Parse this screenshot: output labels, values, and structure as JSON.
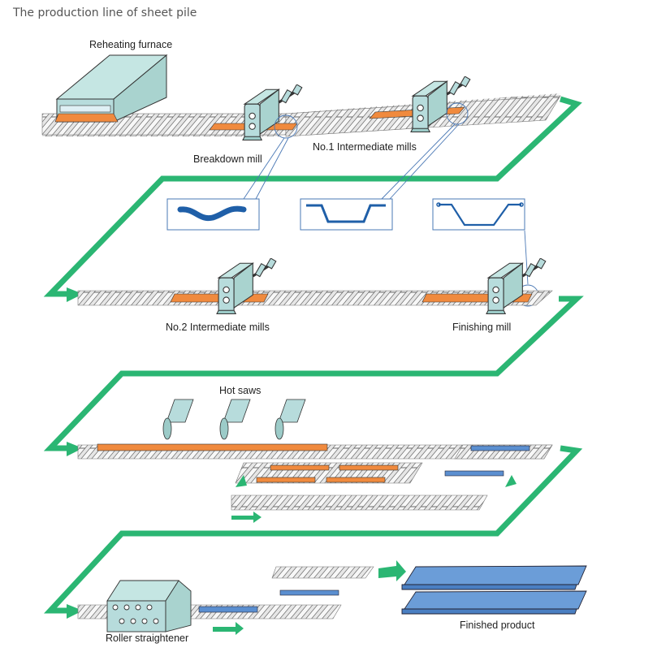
{
  "title": "The production line of sheet pile",
  "colors": {
    "flow_arrow": "#2bb673",
    "steel_hot": "#f08a3e",
    "steel_finished": "#5b8fd0",
    "machine": "#b7dcdc",
    "roller_bed": "#d9d9d9",
    "profile": "#1f5fa8"
  },
  "stages": [
    {
      "id": "reheating-furnace",
      "label": "Reheating furnace"
    },
    {
      "id": "breakdown-mill",
      "label": "Breakdown mill"
    },
    {
      "id": "no1-intermediate-mills",
      "label": "No.1  Intermediate mills"
    },
    {
      "id": "no2-intermediate-mills",
      "label": "No.2 Intermediate mills"
    },
    {
      "id": "finishing-mill",
      "label": "Finishing mill"
    },
    {
      "id": "hot-saws",
      "label": "Hot saws"
    },
    {
      "id": "roller-straightener",
      "label": "Roller straightener"
    },
    {
      "id": "finished-product",
      "label": "Finished product"
    }
  ],
  "profiles": [
    {
      "id": "profile-breakdown",
      "shape": "rough W section"
    },
    {
      "id": "profile-intermediate",
      "shape": "U section"
    },
    {
      "id": "profile-finished",
      "shape": "U section with interlocks"
    }
  ]
}
